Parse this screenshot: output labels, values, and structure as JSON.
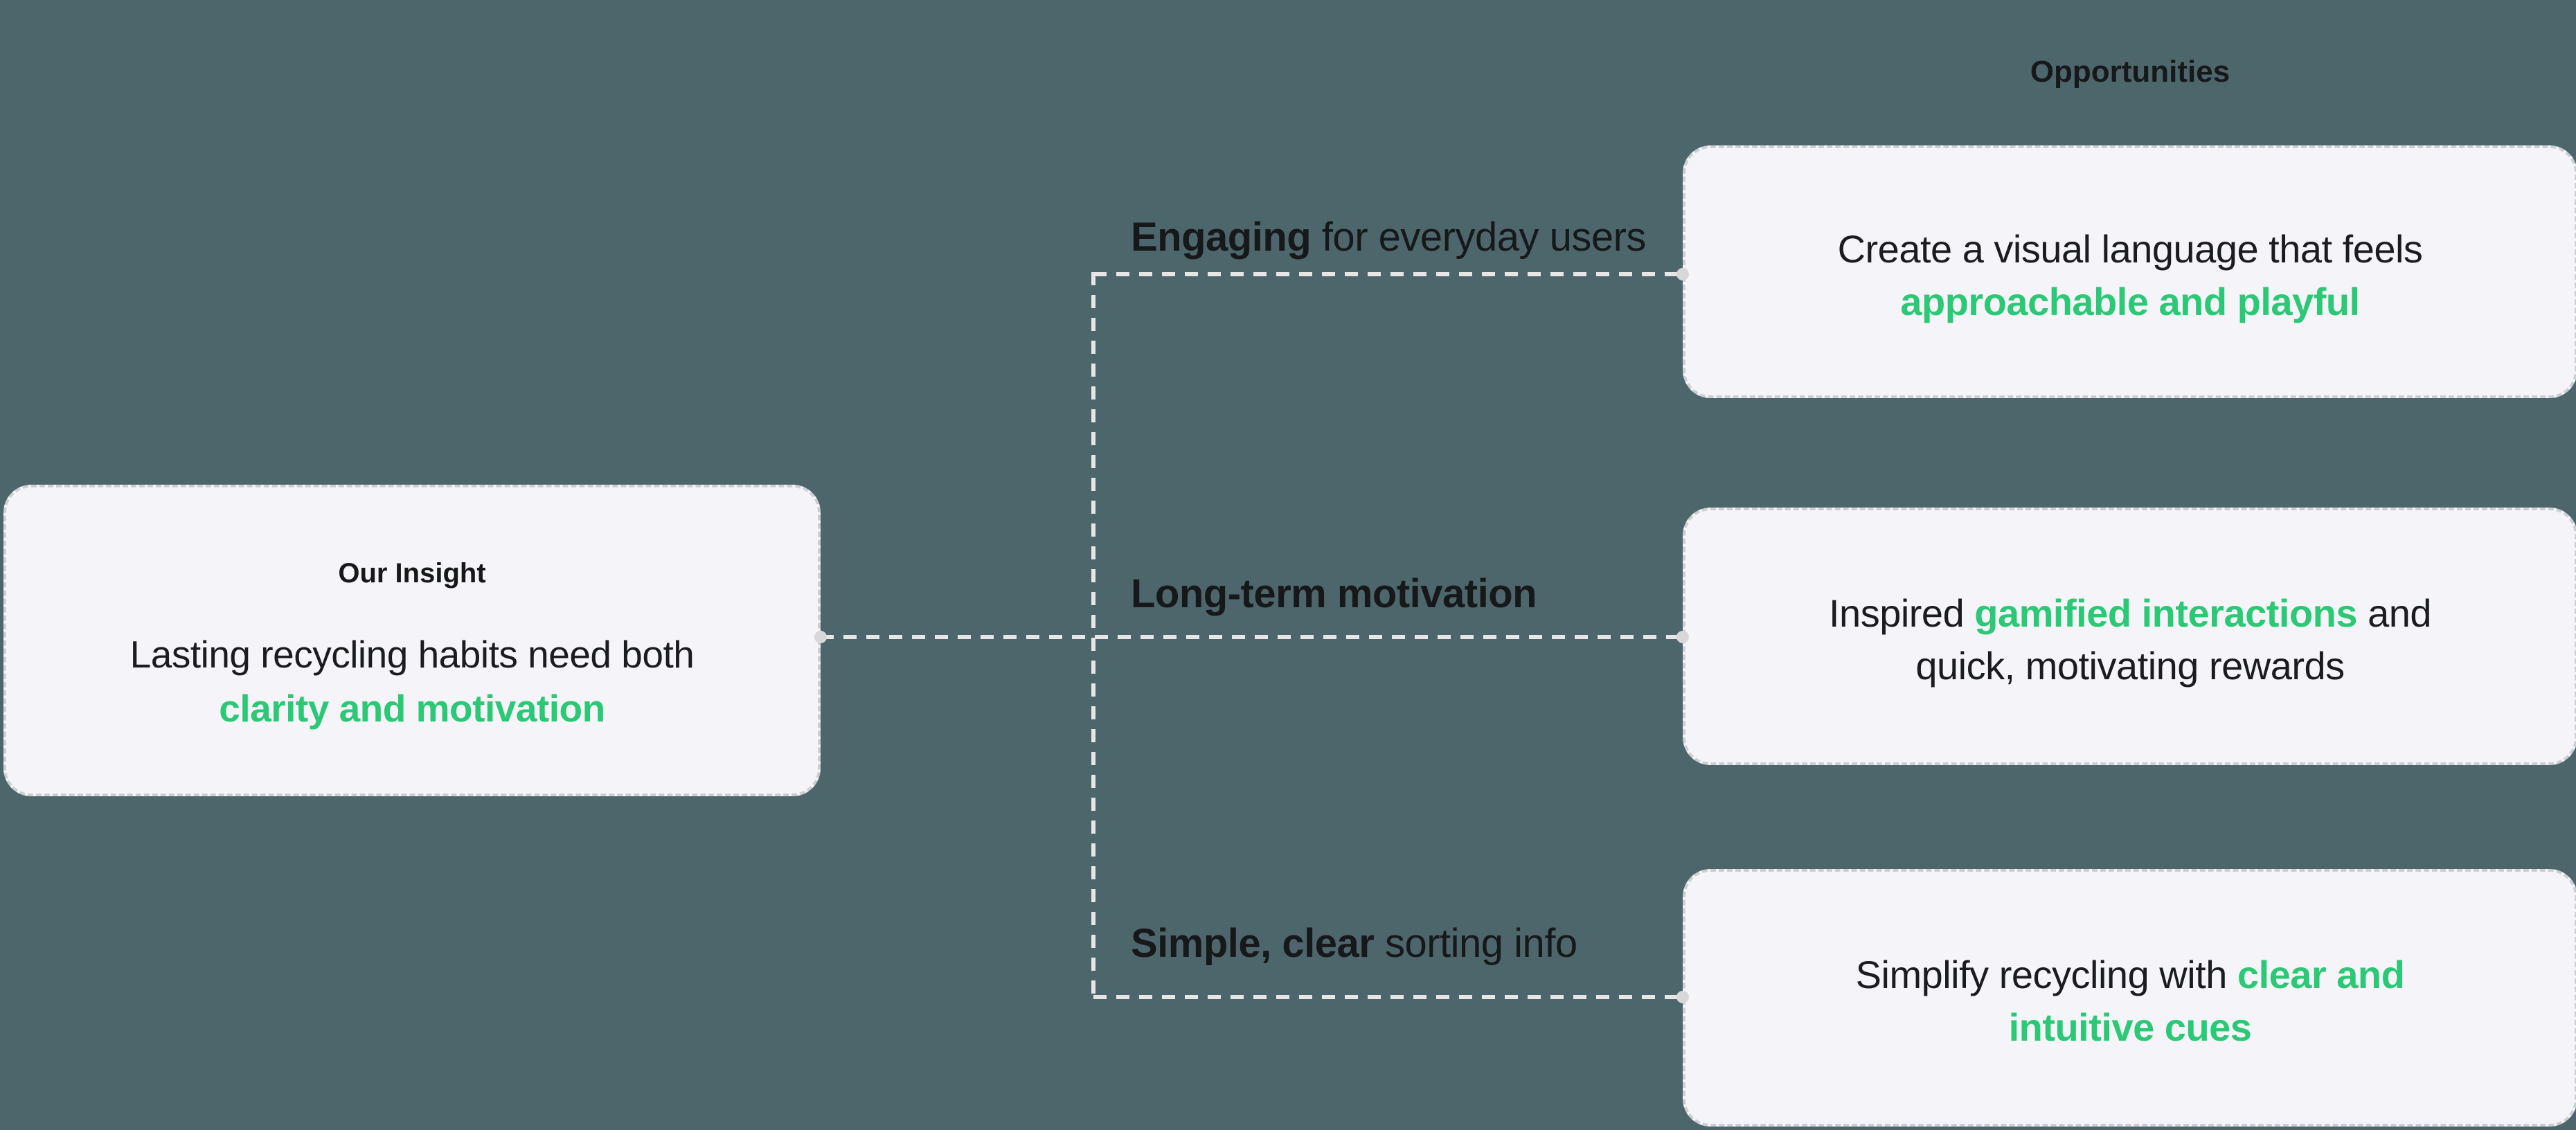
{
  "colors": {
    "background": "#4C666B",
    "card_fill": "#F5F5F9",
    "card_border": "#CDCED3",
    "text_dark": "#17181A",
    "accent_green": "#2BC875",
    "connector": "#E6E6E6",
    "connector_dot": "#D8D8DA"
  },
  "opportunities_heading": "Opportunities",
  "insight_card": {
    "title": "Our Insight",
    "body_line1": "Lasting recycling habits need both",
    "body_line2_green": "clarity and motivation"
  },
  "branch_labels": {
    "b1_bold": "Engaging",
    "b1_rest": " for everyday users",
    "b2_bold": "Long-term motivation",
    "b3_bold": "Simple, clear",
    "b3_rest": " sorting info"
  },
  "opportunity_cards": {
    "c1_line1": "Create a visual language that feels",
    "c1_line2_green": "approachable and playful",
    "c2_line1_pre": "Inspired ",
    "c2_line1_green": "gamified interactions",
    "c2_line1_post": " and",
    "c2_line2": "quick, motivating rewards",
    "c3_line1_pre": "Simplify recycling with ",
    "c3_line1_green": "clear and",
    "c3_line2_green": "intuitive cues"
  }
}
